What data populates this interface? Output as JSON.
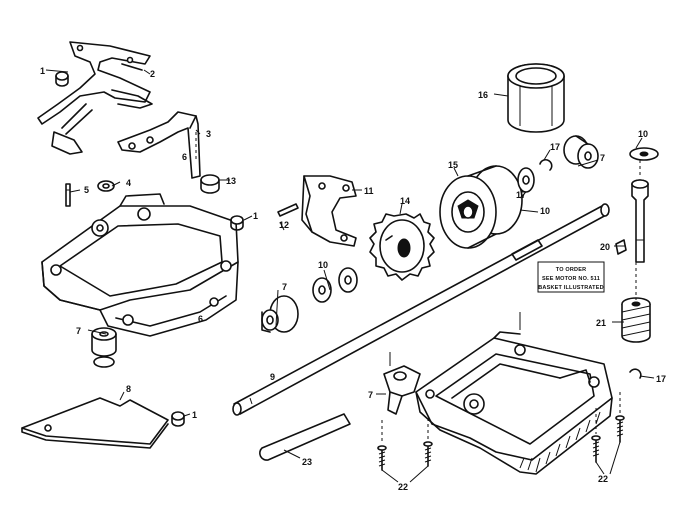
{
  "callouts": {
    "c1a": "1",
    "c2": "2",
    "c3": "3",
    "c4": "4",
    "c5": "5",
    "c6a": "6",
    "c6b": "6",
    "c1b": "1",
    "c13": "13",
    "c12": "12",
    "c11": "11",
    "c14": "14",
    "c15": "15",
    "c16": "16",
    "c17a": "17",
    "c10a": "10",
    "c10b": "10",
    "c17b": "17",
    "c7a": "7",
    "c7b": "7",
    "c7c": "7",
    "c7d": "7",
    "c20": "20",
    "c21": "21",
    "c17c": "17",
    "c10c": "10",
    "c9": "9",
    "c8": "8",
    "c1c": "1",
    "c23": "23",
    "c22a": "22",
    "c22b": "22"
  },
  "note": {
    "line1": "TO ORDER",
    "line2": "SEE MOTOR NO. 511",
    "line3": "BASKET ILLUSTRATED"
  }
}
